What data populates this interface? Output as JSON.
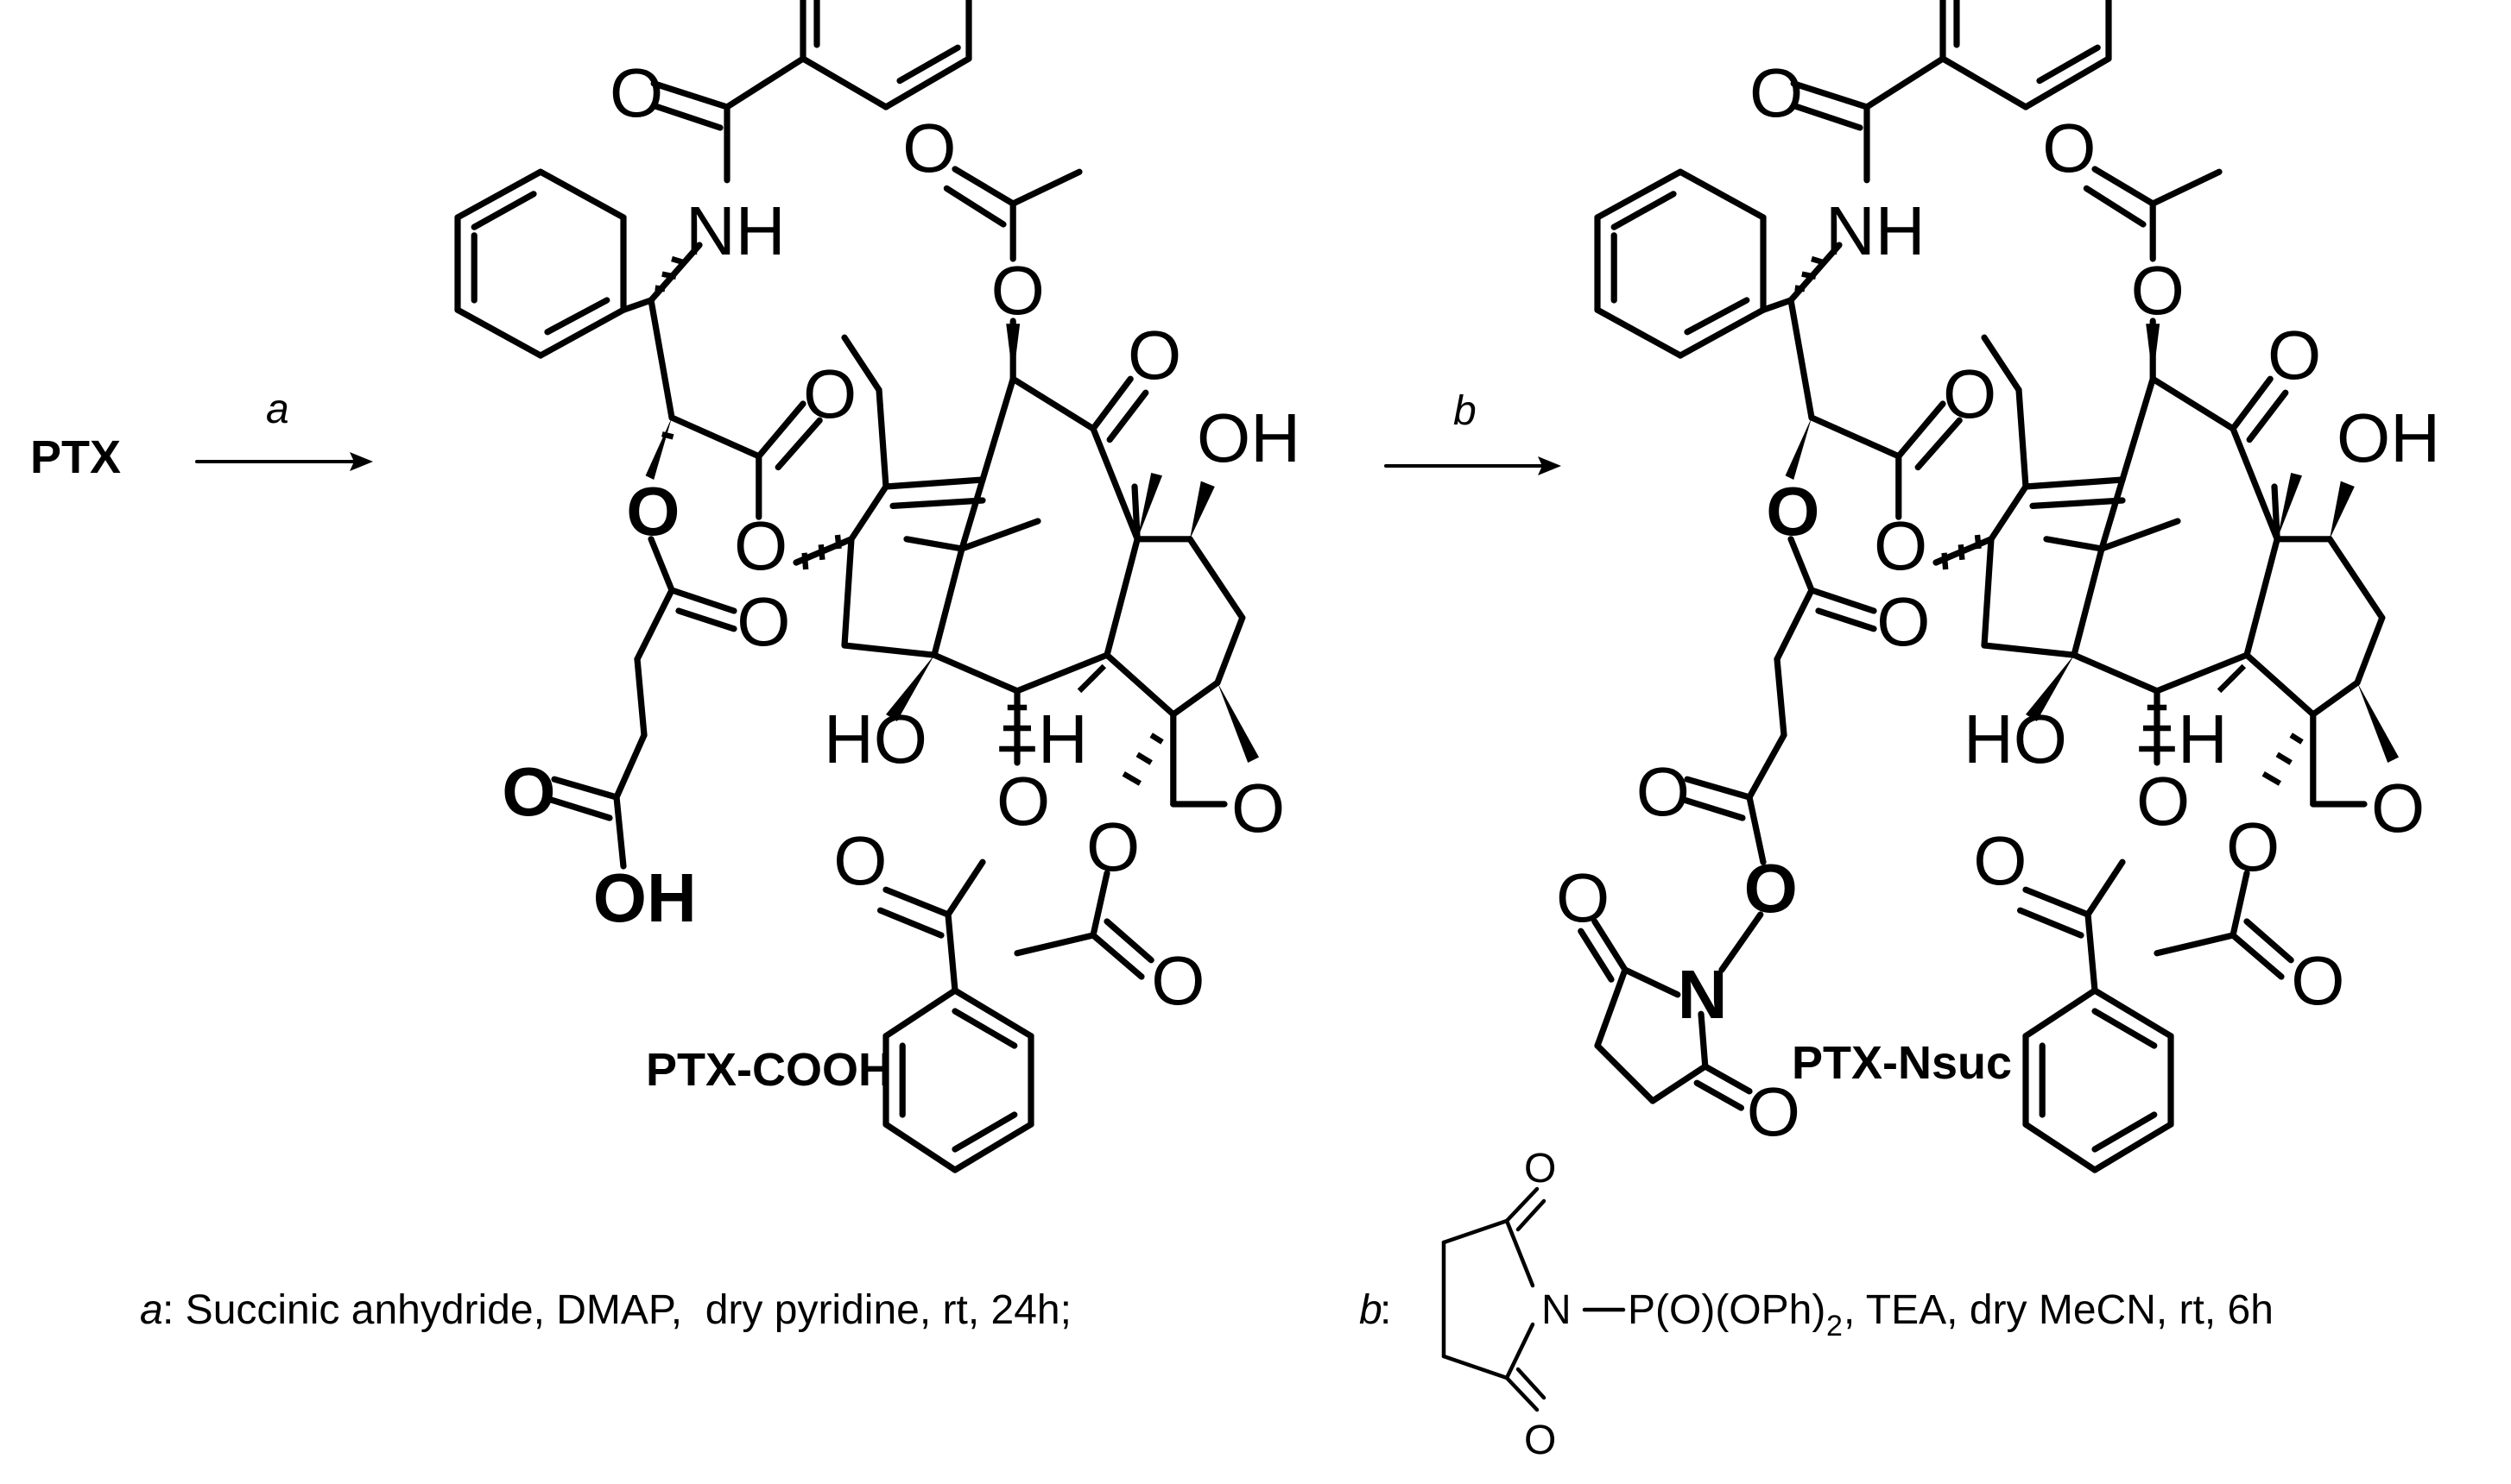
{
  "start_label": "PTX",
  "step_a": {
    "arrow_label": "a"
  },
  "step_b": {
    "arrow_label": "b"
  },
  "product1": {
    "name": "PTX-COOH",
    "atoms": {
      "nh": "NH",
      "o_amide": "O",
      "o_ester_c": "O",
      "o_ester_link": "O",
      "o_2prime": "O",
      "o_succ_carbonyl": "O",
      "o_acid_carbonyl": "O",
      "oh_acid": "OH",
      "o_acetyl10": "O",
      "o_acetyl10_carbonyl": "O",
      "o_ketone": "O",
      "oh7": "OH",
      "ho1": "HO",
      "h3": "H",
      "o_bz": "O",
      "o_bz_carbonyl": "O",
      "o_ac4": "O",
      "o_ac4_carbonyl": "O",
      "o_oxetane": "O"
    }
  },
  "product2": {
    "name": "PTX-Nsuc",
    "atoms": {
      "nh": "NH",
      "o_amide": "O",
      "o_ester_c": "O",
      "o_ester_link": "O",
      "o_2prime": "O",
      "o_succ_carbonyl": "O",
      "o_link_carbonyl": "O",
      "o_link": "O",
      "n_succinimide": "N",
      "o_succ_top": "O",
      "o_succ_bottom": "O",
      "o_acetyl10": "O",
      "o_acetyl10_carbonyl": "O",
      "o_ketone": "O",
      "oh7": "OH",
      "ho1": "HO",
      "h3": "H",
      "o_bz": "O",
      "o_bz_carbonyl": "O",
      "o_ac4": "O",
      "o_ac4_carbonyl": "O",
      "o_oxetane": "O"
    }
  },
  "conditions": {
    "a_letter": "a",
    "a_text": ": Succinic anhydride, DMAP,  dry pyridine, rt, 24h;",
    "b_letter": "b",
    "b_colon": ":",
    "reagent_o_top": "O",
    "reagent_o_bottom": "O",
    "reagent_n": "N",
    "reagent_p": "P(O)(OPh)",
    "reagent_subscript": "2",
    "b_text": ", TEA, dry MeCN, rt, 6h"
  }
}
